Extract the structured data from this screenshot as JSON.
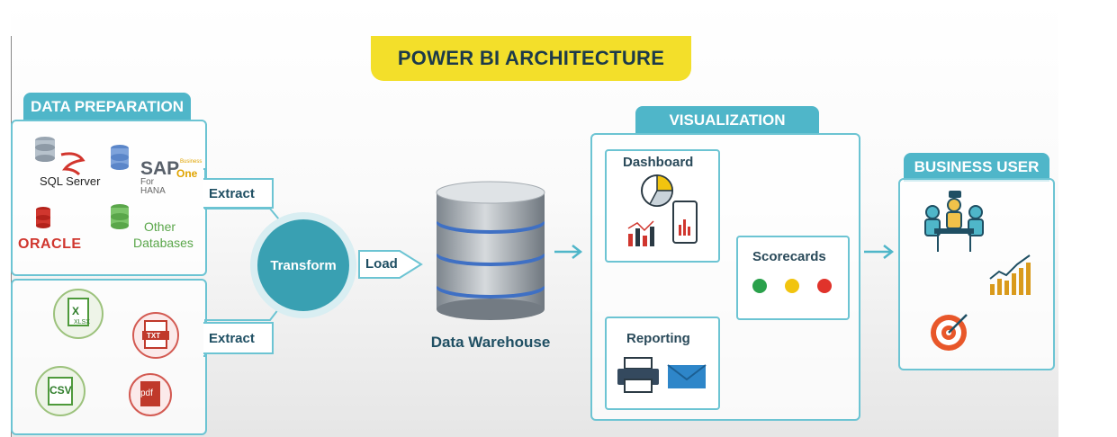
{
  "title": "POWER BI ARCHITECTURE",
  "data_preparation": {
    "tab": "DATA PREPARATION",
    "sources": {
      "sql_server": "SQL Server",
      "sap_main": "SAP",
      "sap_one": "One",
      "sap_business": "Business",
      "sap_for": "For",
      "sap_hana": "HANA",
      "oracle": "ORACLE",
      "other": "Other",
      "databases": "Databases"
    },
    "files": {
      "xlsx": "XLSX",
      "txt": "TXT",
      "csv": "CSV",
      "pdf": "pdf"
    }
  },
  "flow": {
    "extract_top": "Extract",
    "extract_bottom": "Extract",
    "transform": "Transform",
    "load": "Load",
    "data_warehouse": "Data Warehouse"
  },
  "visualization": {
    "tab": "VISUALIZATION",
    "dashboard": "Dashboard",
    "scorecards": "Scorecards",
    "reporting": "Reporting"
  },
  "business_user": {
    "tab": "BUSINESS USER"
  },
  "colors": {
    "teal": "#4fb6c9",
    "teal_dark": "#39a0b2",
    "yellow": "#f3df2a",
    "navy": "#1f4f63"
  }
}
